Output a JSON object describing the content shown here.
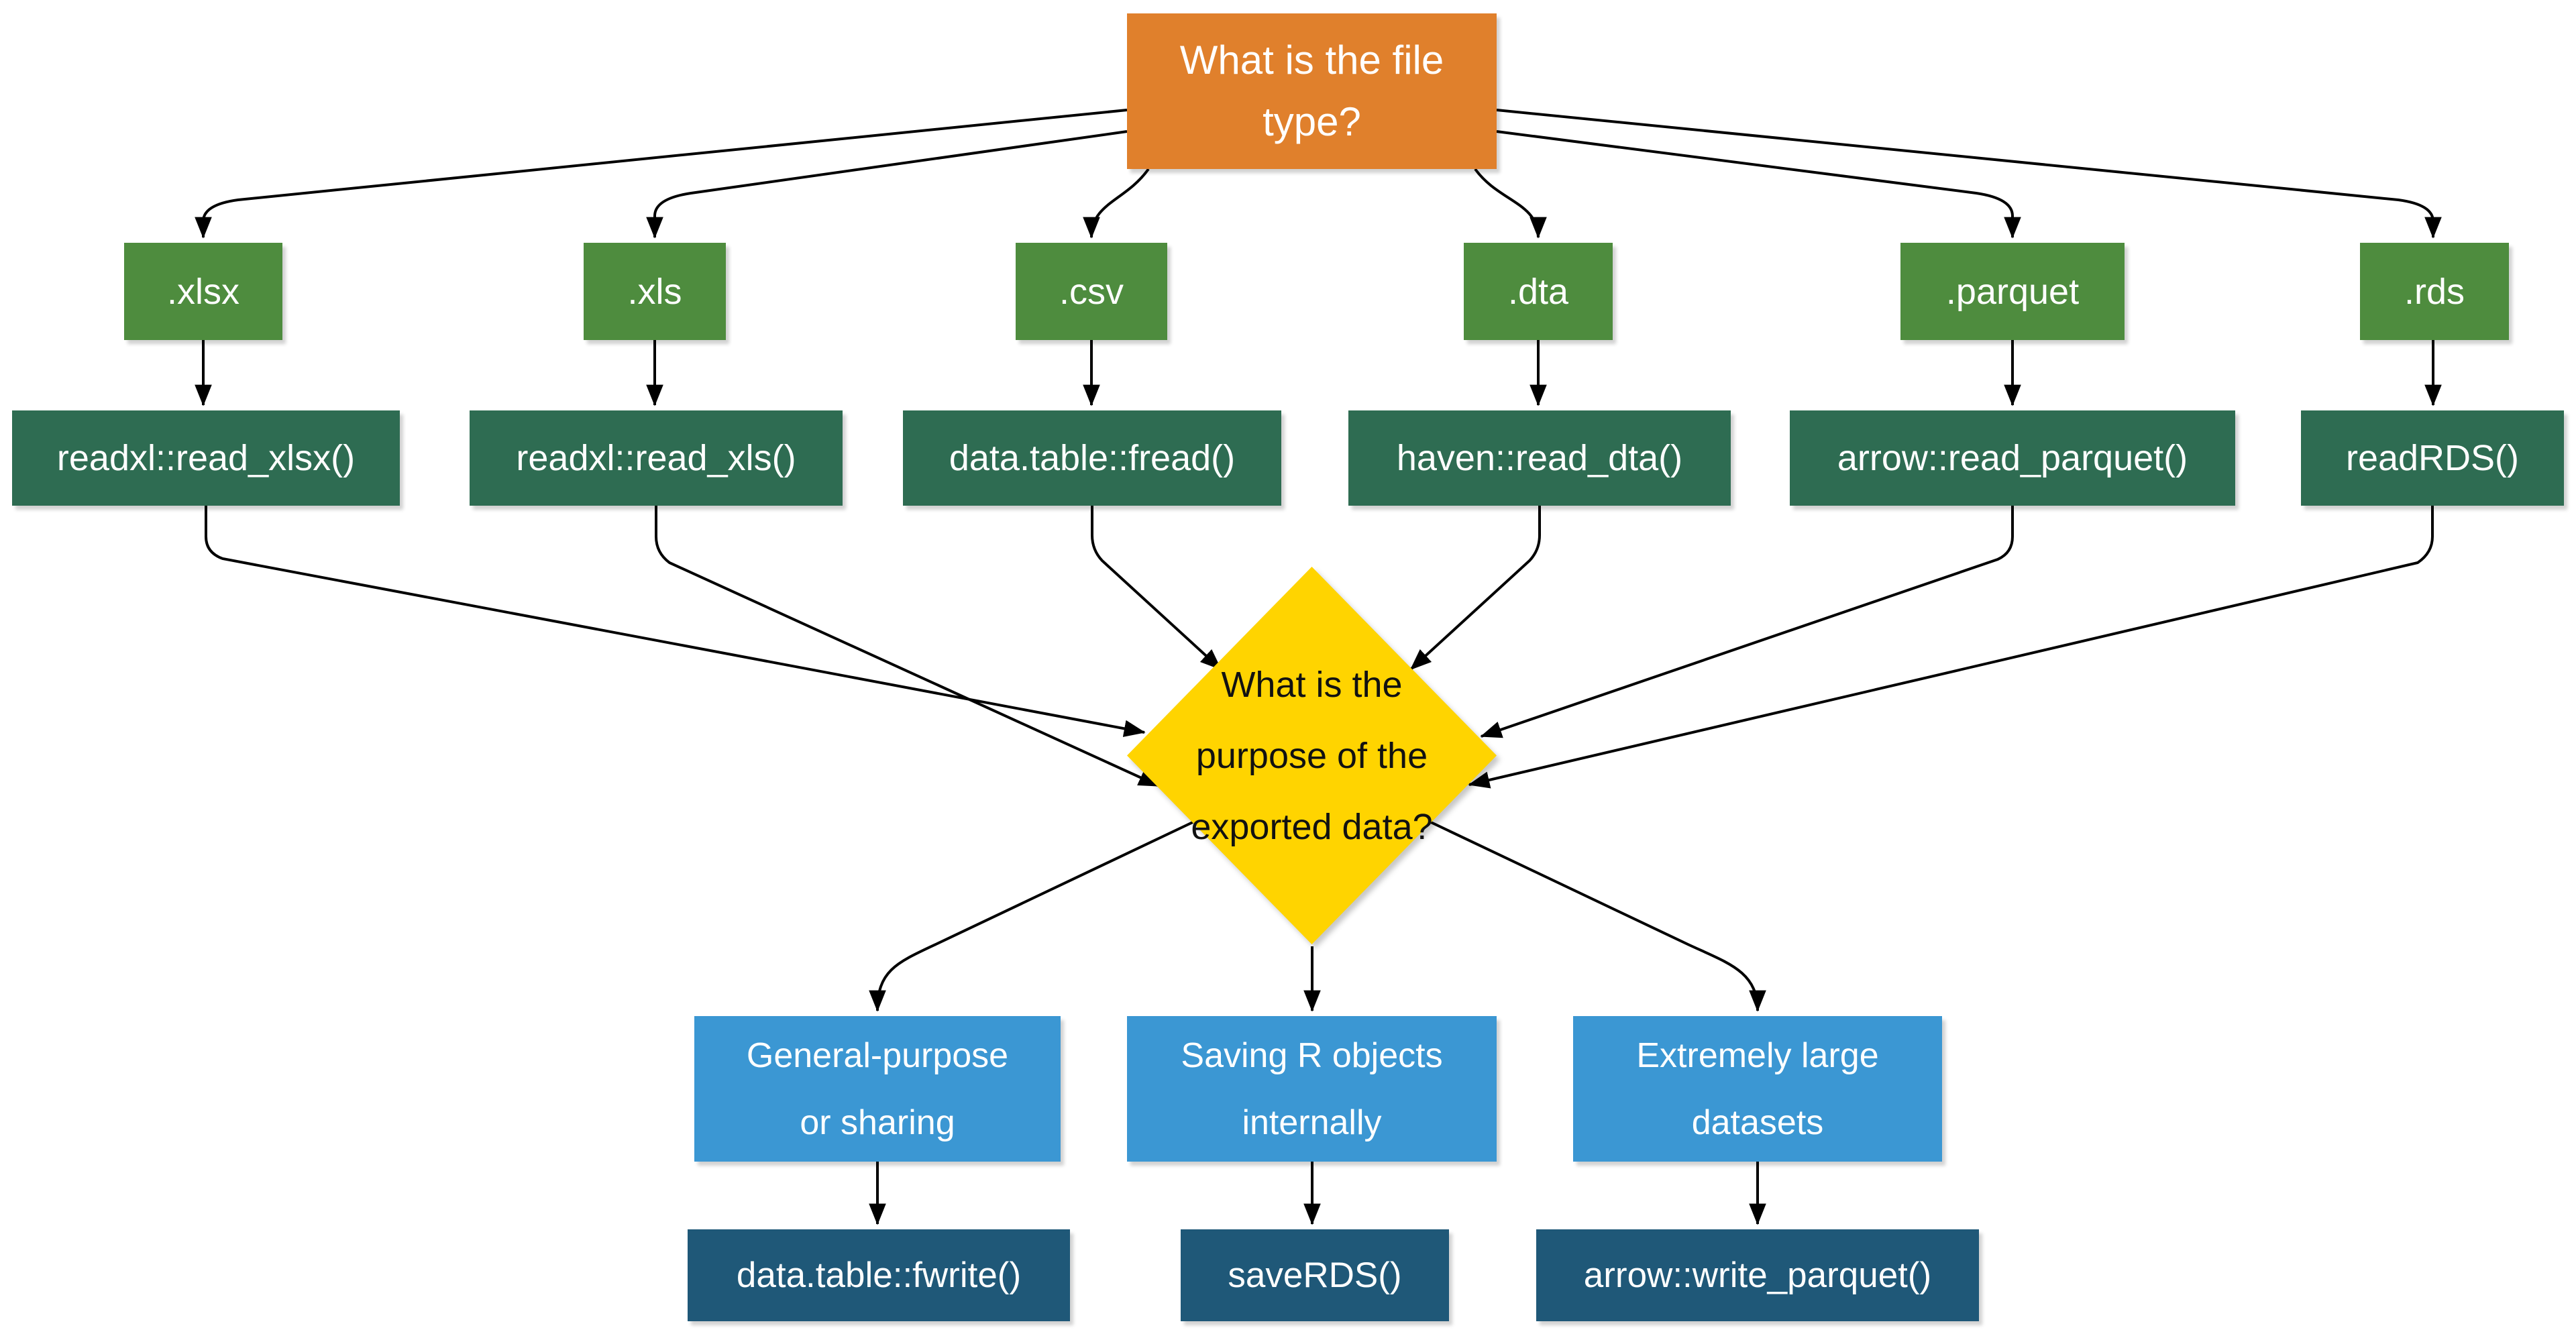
{
  "diagram": {
    "root": {
      "label": "What is the file\ntype?"
    },
    "decision": {
      "label": "What is the\npurpose of the\nexported data?"
    },
    "file_types": [
      {
        "label": ".xlsx"
      },
      {
        "label": ".xls"
      },
      {
        "label": ".csv"
      },
      {
        "label": ".dta"
      },
      {
        "label": ".parquet"
      },
      {
        "label": ".rds"
      }
    ],
    "readers": [
      {
        "label": "readxl::read_xlsx()"
      },
      {
        "label": "readxl::read_xls()"
      },
      {
        "label": "data.table::fread()"
      },
      {
        "label": "haven::read_dta()"
      },
      {
        "label": "arrow::read_parquet()"
      },
      {
        "label": "readRDS()"
      }
    ],
    "purposes": [
      {
        "label": "General-purpose\nor sharing"
      },
      {
        "label": "Saving R objects\ninternally"
      },
      {
        "label": "Extremely large\ndatasets"
      }
    ],
    "writers": [
      {
        "label": "data.table::fwrite()"
      },
      {
        "label": "saveRDS()"
      },
      {
        "label": "arrow::write_parquet()"
      }
    ],
    "colors": {
      "root": "#E0802C",
      "file_type": "#4E8C3E",
      "reader": "#2E6C52",
      "decision": "#FFD400",
      "purpose": "#3B97D3",
      "writer": "#1F5878",
      "edge": "#000000"
    }
  }
}
